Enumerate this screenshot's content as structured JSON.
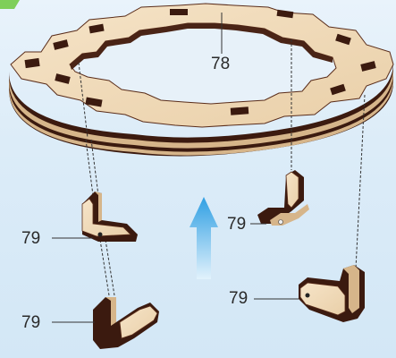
{
  "diagram": {
    "ring_part_number": "78",
    "support_part_number": "79",
    "assembly_direction": "up-arrow",
    "colors": {
      "wood_face": "#f2dcbc",
      "wood_dark": "#4a2416",
      "wood_mid": "#7a4228",
      "arrow_top": "#3aa7e6",
      "arrow_bottom": "#d8eefb",
      "background": "#e3f0fa",
      "corner_tab": "#7fcf5a"
    }
  }
}
